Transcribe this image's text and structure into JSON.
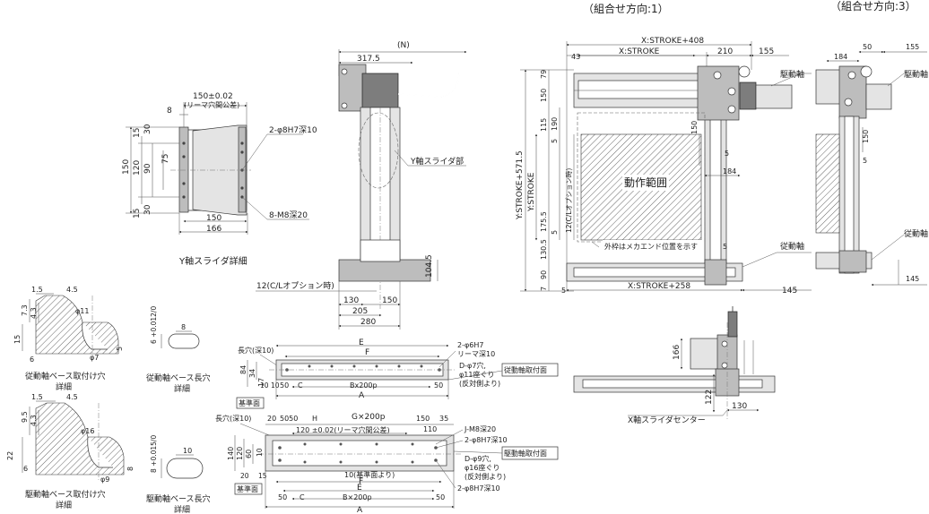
{
  "headers": {
    "combo1": "（組合せ方向:1）",
    "combo3": "（組合せ方向:3）"
  },
  "y_slider": {
    "title": "Y軸スライダ詳細",
    "dim_150_tol": "150±0.02",
    "dim_reamer_note": "(リーマ穴間公差)",
    "dim_8": "8",
    "hole_2phi8h7": "2-φ8H7深10",
    "hole_8m8": "8-M8深20",
    "dim_150_bottom": "150",
    "dim_166": "166",
    "dim_150_left": "150",
    "dim_120": "120",
    "dim_90": "90",
    "dim_75": "75",
    "dim_15a": "15",
    "dim_30a": "30",
    "dim_15b": "15",
    "dim_30b": "30"
  },
  "front_view": {
    "dim_n": "(N)",
    "dim_317_5": "317.5",
    "y_slider_label": "Y軸スライダ部",
    "cl_option": "12(C/Lオプション時)",
    "dim_104_5": "104.5",
    "dim_130": "130",
    "dim_150": "150",
    "dim_205": "205",
    "dim_280": "280"
  },
  "plan_combo1": {
    "x_stroke_408": "X:STROKE+408",
    "x_stroke": "X:STROKE",
    "dim_43": "43",
    "dim_210": "210",
    "dim_155": "155",
    "drive_axis": "駆動軸",
    "driven_axis": "従動軸",
    "y_stroke_571": "Y:STROKE+571.5",
    "y_stroke": "Y:STROKE",
    "cl_option_v": "12(C/Lオプション時)",
    "work_area": "動作範囲",
    "outer_frame_note": "外枠はメカエンド位置を示す",
    "dim_79": "79",
    "dim_150": "150",
    "dim_115": "115",
    "dim_190": "190",
    "dim_5a": "5",
    "dim_5b": "5",
    "dim_5c": "5",
    "dim_5d": "5",
    "dim_175_5": "175.5",
    "dim_130_5": "130.5",
    "dim_90": "90",
    "dim_7": "7",
    "dim_150_r": "150",
    "dim_184": "184",
    "x_stroke_258": "X:STROKE+258",
    "dim_145": "145"
  },
  "plan_combo3": {
    "dim_50": "50",
    "dim_155": "155",
    "dim_184": "184",
    "drive_axis": "駆動軸",
    "driven_axis": "従動軸",
    "dim_150": "150",
    "dim_5": "5",
    "dim_145": "145"
  },
  "x_center": {
    "label": "X軸スライダセンター",
    "dim_166": "166",
    "dim_122": "122",
    "dim_130": "130"
  },
  "driven_base_hole": {
    "title_line1": "従動軸ベース取付け穴",
    "title_line2": "詳細",
    "dim_1_5": "1.5",
    "dim_4_5": "4.5",
    "dim_7_3": "7.3",
    "dim_4_3": "4.3",
    "dim_phi11": "φ11",
    "dim_15": "15",
    "dim_5": "5",
    "dim_6": "6",
    "dim_phi7": "φ7"
  },
  "driven_base_slot": {
    "title_line1": "従動軸ベース長穴",
    "title_line2": "詳細",
    "dim_6tol": "6 +0.012/0",
    "dim_8": "8"
  },
  "drive_base_hole": {
    "title_line1": "駆動軸ベース取付け穴",
    "title_line2": "詳細",
    "dim_1_5": "1.5",
    "dim_4_5": "4.5",
    "dim_9_5": "9.5",
    "dim_4_3": "4.3",
    "dim_phi16": "φ16",
    "dim_22": "22",
    "dim_8": "8",
    "dim_6": "6",
    "dim_phi9": "φ9"
  },
  "drive_base_slot": {
    "title_line1": "駆動軸ベース長穴",
    "title_line2": "詳細",
    "dim_8tol": "8 +0.015/0",
    "dim_10": "10"
  },
  "driven_base_plate": {
    "slot": "長穴(深10)",
    "dim_e": "E",
    "dim_f": "F",
    "hole_2phi6h7": "2-φ6H7",
    "reamer_10": "リーマ深10",
    "d_phi7": "D-φ7穴,",
    "phi11_spot": "φ11座ぐり",
    "opposite": "(反対側より)",
    "mount_face": "従動軸取付面",
    "dim_84": "84",
    "dim_34": "34",
    "dim_17": "17",
    "dim_50a": "50",
    "dim_c": "C",
    "dim_bx200p": "Bx200p",
    "dim_50b": "50",
    "dim_a": "A",
    "ref_face": "基準面",
    "dim_10a": "10",
    "dim_10b": "10"
  },
  "drive_base_plate": {
    "slot": "長穴(深10)",
    "dim_20": "20",
    "dim_5050": "5050",
    "dim_h": "H",
    "dim_gx200p": "G×200p",
    "dim_150": "150",
    "dim_35": "35",
    "dim_120tol": "120 ±0.02(リーマ穴間公差)",
    "dim_110": "110",
    "j_m8": "J-M8深20",
    "phi8h7_a": "2-φ8H7深10",
    "mount_face": "駆動軸取付面",
    "d_phi9": "D-φ9穴,",
    "phi16_spot": "φ16座ぐり",
    "opposite": "(反対側より)",
    "ref_from": "10(基準面より)",
    "phi8h7_b": "2-φ8H7深10",
    "dim_140": "140",
    "dim_120": "120",
    "dim_60": "60",
    "dim_10": "10",
    "dim_20b": "20",
    "dim_15": "15",
    "ref_face": "基準面",
    "dim_e": "E",
    "dim_f": "F",
    "dim_50a": "50",
    "dim_c": "C",
    "dim_bx200p": "B×200p",
    "dim_50b": "50",
    "dim_a": "A"
  }
}
